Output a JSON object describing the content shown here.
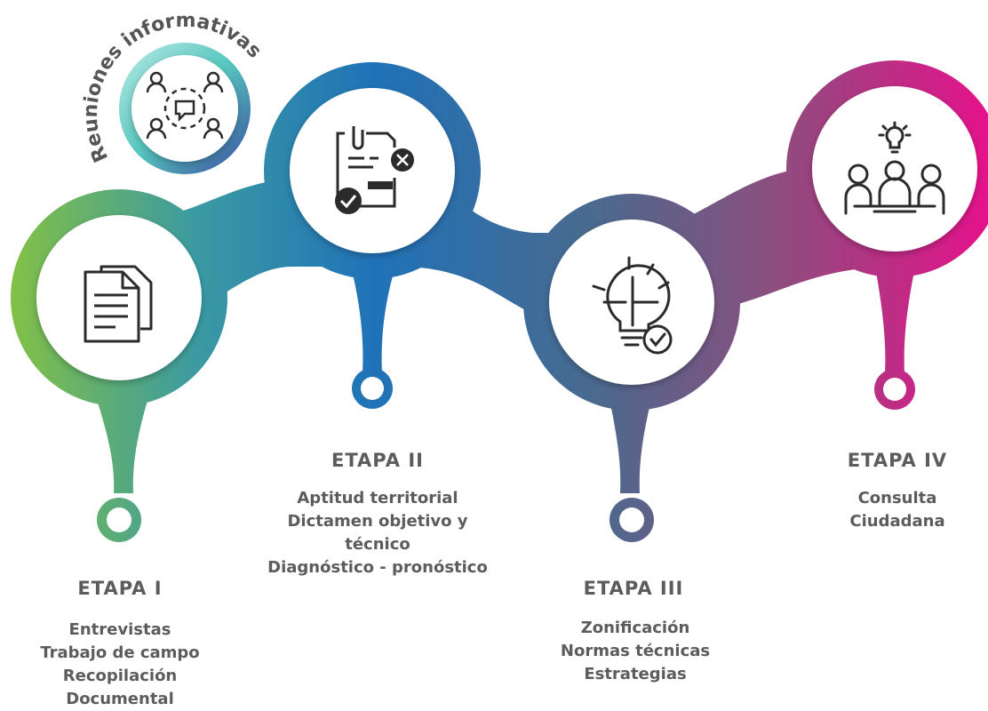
{
  "badge": {
    "label": "Reuniones informativas",
    "icon": "group-discussion-icon"
  },
  "colors": {
    "green": "#7bbd42",
    "blue": "#1f6fb8",
    "pink": "#e0128a",
    "teal": "#6ed3c6",
    "text": "#5c5c5c"
  },
  "stages": [
    {
      "title": "ETAPA I",
      "icon": "documents-icon",
      "items": [
        "Entrevistas",
        "Trabajo de campo",
        "Recopilación",
        "Documental"
      ]
    },
    {
      "title": "ETAPA II",
      "icon": "checklist-icon",
      "items": [
        "Aptitud territorial",
        "Dictamen objetivo y",
        "técnico",
        "Diagnóstico - pronóstico"
      ]
    },
    {
      "title": "ETAPA III",
      "icon": "puzzle-bulb-icon",
      "items": [
        "Zonificación",
        "Normas técnicas",
        "Estrategias"
      ]
    },
    {
      "title": "ETAPA IV",
      "icon": "meeting-idea-icon",
      "items": [
        "Consulta",
        "Ciudadana"
      ]
    }
  ]
}
